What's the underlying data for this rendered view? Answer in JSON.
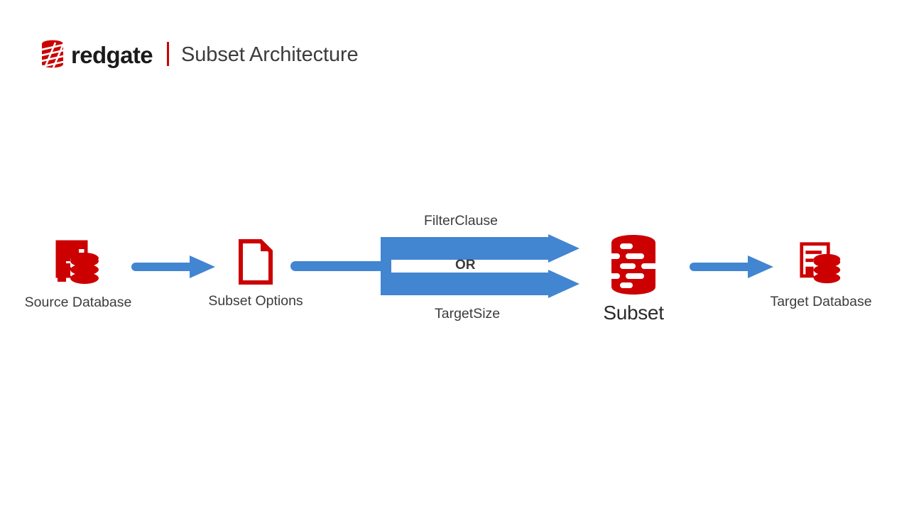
{
  "brand": {
    "logo_icon": "redgate-database-logo-icon",
    "wordmark": "redgate",
    "divider": "brand-divider",
    "title": "Subset Architecture"
  },
  "colors": {
    "brand_red": "#cc0000",
    "arrow_blue": "#4285d1",
    "text_dark": "#3c3c3c",
    "wordmark_dark": "#1b1b1b",
    "background": "#ffffff"
  },
  "diagram": {
    "type": "flow",
    "nodes": [
      {
        "id": "source-database",
        "label": "Source Database",
        "icon": "database-server-icon",
        "icon_color": "#cc0000"
      },
      {
        "id": "subset-options",
        "label": "Subset Options",
        "icon": "document-file-icon",
        "icon_color": "#cc0000"
      },
      {
        "id": "subset",
        "label": "Subset",
        "icon": "subset-cylinder-icon",
        "icon_color": "#cc0000"
      },
      {
        "id": "target-database",
        "label": "Target Database",
        "icon": "database-server-icon",
        "icon_color": "#cc0000"
      }
    ],
    "connectors": [
      {
        "id": "source-to-options",
        "from": "source-database",
        "to": "subset-options",
        "style": "straight-arrow"
      },
      {
        "id": "options-to-branch",
        "from": "subset-options",
        "to": "branch",
        "style": "straight-stem"
      },
      {
        "id": "branch-to-subset",
        "from": "branch",
        "to": "subset",
        "style": "split-double-arrow"
      },
      {
        "id": "subset-to-target",
        "from": "subset",
        "to": "target-database",
        "style": "straight-arrow"
      }
    ],
    "branch": {
      "top_label": "FilterClause",
      "operator_label": "OR",
      "bottom_label": "TargetSize"
    }
  }
}
